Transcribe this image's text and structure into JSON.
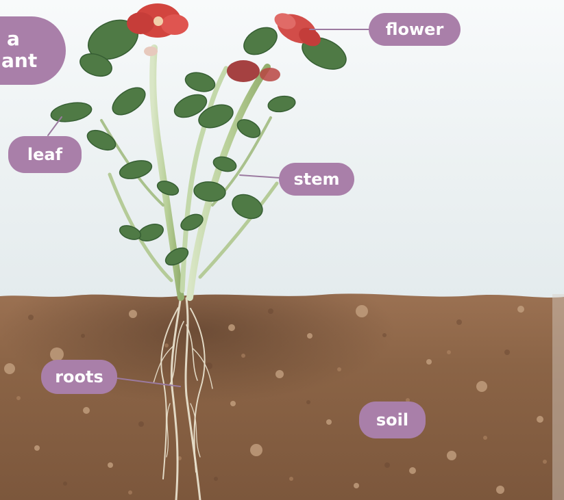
{
  "title": {
    "line1": "a",
    "line2": "ant"
  },
  "labels": {
    "flower": "flower",
    "leaf": "leaf",
    "stem": "stem",
    "roots": "roots",
    "soil": "soil"
  },
  "colors": {
    "label_fill": "#a97fa9",
    "leader_line": "#9b7aa0",
    "sky_top": "#f8fafb",
    "soil": "#8f6747",
    "leaf": "#4f7a45",
    "flower": "#d2453f",
    "stem": "#bdd3a4",
    "root": "#e8e0cc"
  }
}
